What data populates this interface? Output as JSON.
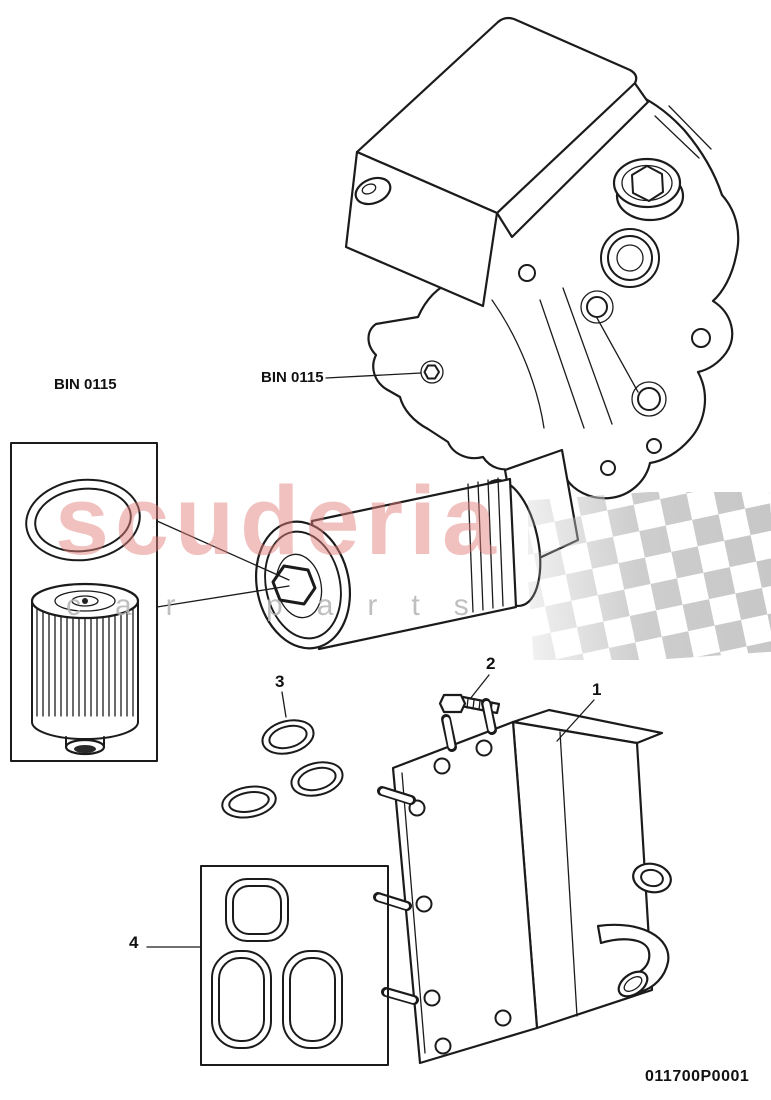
{
  "page": {
    "background": "#ffffff",
    "line_color": "#1b1b1b",
    "drawing_number": "011700P0001"
  },
  "labels": {
    "bin_detail_box": "BIN 0115",
    "bin_assembly": "BIN 0115",
    "callout_1": "1",
    "callout_2": "2",
    "callout_3": "3",
    "callout_4": "4"
  },
  "watermark": {
    "brand": "scuderia",
    "tagline": "car parts",
    "brand_color": "#e2807c",
    "tagline_color": "#b5b5b5",
    "checker_color": "#bdbdbd"
  }
}
